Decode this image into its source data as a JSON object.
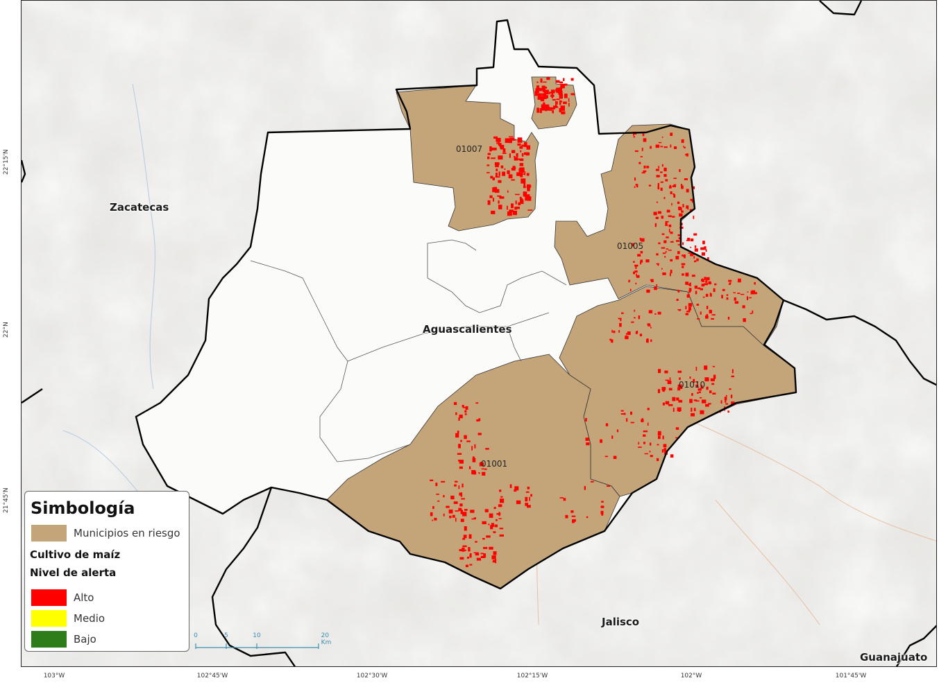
{
  "map": {
    "colors": {
      "municipio_fill": "#c4a57a",
      "alert_alto": "#ff0000",
      "alert_medio": "#ffff00",
      "alert_bajo": "#2e7d1a",
      "basemap": "#e7e6e3",
      "state_border": "#000000",
      "scale": "#3a8fb0"
    },
    "places": {
      "zacatecas": "Zacatecas",
      "aguascalientes": "Aguascalientes",
      "jalisco": "Jalisco",
      "guanajuato": "Guanajuato"
    },
    "municipios": {
      "m01007": "01007",
      "m01005": "01005",
      "m01010": "01010",
      "m01001": "01001"
    },
    "latitudes": [
      "22°15'N",
      "22°N",
      "21°45'N"
    ],
    "longitudes": [
      "103°W",
      "102°45'W",
      "102°30'W",
      "102°15'W",
      "102°W",
      "101°45'W"
    ]
  },
  "legend": {
    "title": "Simbología",
    "municipios_label": "Municipios en riesgo",
    "crop_title": "Cultivo de maíz",
    "alert_title": "Nivel de alerta",
    "levels": [
      "Alto",
      "Medio",
      "Bajo"
    ]
  },
  "scale": {
    "ticks": [
      "0",
      "5",
      "10",
      "20 Km"
    ]
  }
}
